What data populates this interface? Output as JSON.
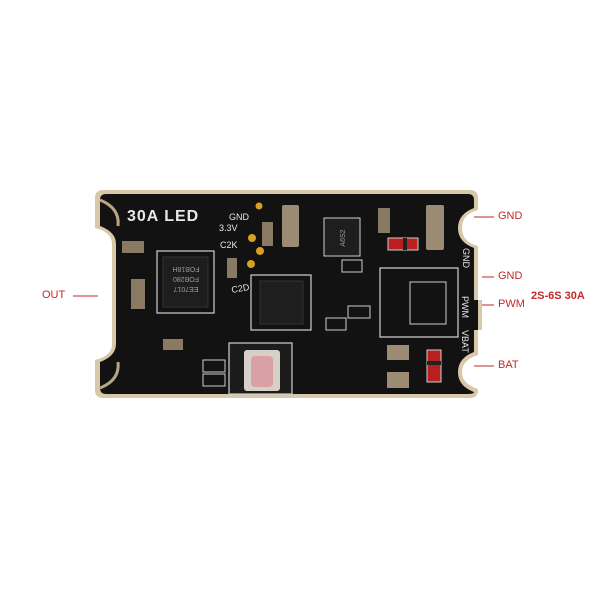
{
  "board": {
    "silkscreen_title": "30A LED",
    "pin_marks": [
      "GND",
      "3.3V",
      "C2K",
      "C2D",
      "GND",
      "VBAT",
      "PWM"
    ],
    "chip_text": [
      "FOB18H",
      "FOB280",
      "EE7017"
    ],
    "mosfet_mark": "A6S2"
  },
  "callouts": {
    "out": "OUT",
    "gnd_top": "GND",
    "gnd_mid": "GND",
    "pwm": "PWM",
    "bat": "BAT",
    "spec": "2S-6S 30A"
  },
  "colors": {
    "pcb": "#121212",
    "edge": "#d8c8a8",
    "silkscreen": "#e8e8e8",
    "callout": "#c62828",
    "component": "#9b8b74"
  }
}
